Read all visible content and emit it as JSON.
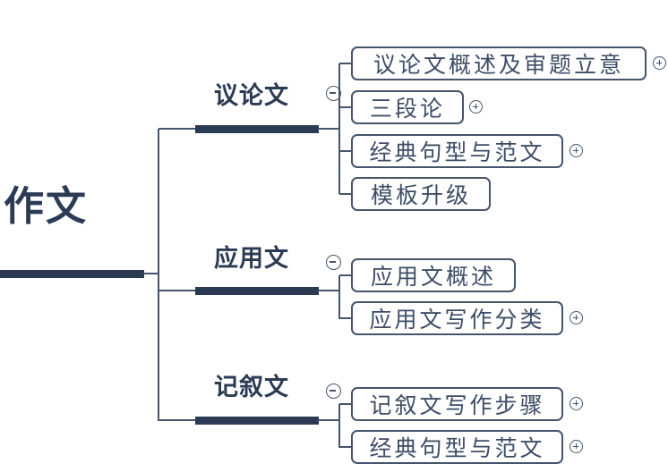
{
  "mindmap": {
    "root": {
      "label": "作文"
    },
    "icons": {
      "collapse": "minus-circle-icon",
      "expand": "plus-circle-icon"
    },
    "colors": {
      "bar": "#2b3b54",
      "line": "#46546c",
      "leaf_text": "#3d4d66",
      "background": "#ffffff"
    },
    "branches": [
      {
        "label": "议论文",
        "toggle": "collapse",
        "children": [
          {
            "label": "议论文概述及审题立意",
            "toggle": "expand"
          },
          {
            "label": "三段论",
            "toggle": "expand"
          },
          {
            "label": "经典句型与范文",
            "toggle": "expand"
          },
          {
            "label": "模板升级",
            "toggle": "none"
          }
        ]
      },
      {
        "label": "应用文",
        "toggle": "collapse",
        "children": [
          {
            "label": "应用文概述",
            "toggle": "none"
          },
          {
            "label": "应用文写作分类",
            "toggle": "expand"
          }
        ]
      },
      {
        "label": "记叙文",
        "toggle": "collapse",
        "children": [
          {
            "label": "记叙文写作步骤",
            "toggle": "expand"
          },
          {
            "label": "经典句型与范文",
            "toggle": "expand"
          }
        ]
      }
    ]
  }
}
